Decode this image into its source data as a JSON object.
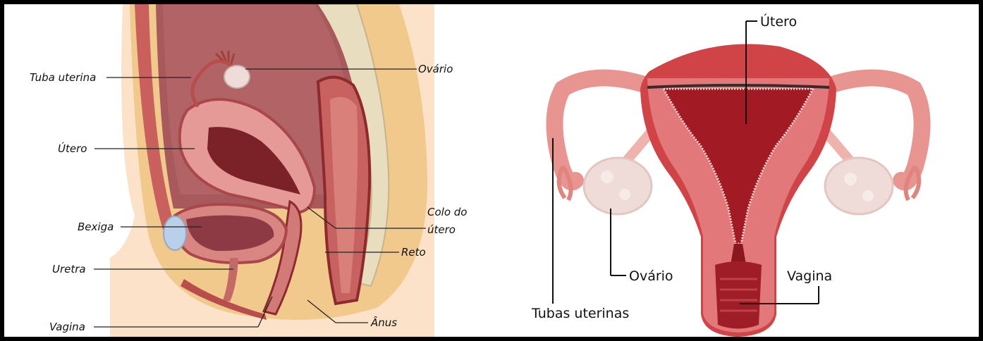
{
  "left_panel": {
    "labels": {
      "tuba_uterina": "Tuba uterina",
      "ovario": "Ovário",
      "utero": "Útero",
      "bexiga": "Bexiga",
      "colo_line1": "Colo do",
      "colo_line2": "útero",
      "reto": "Reto",
      "uretra": "Uretra",
      "vagina": "Vagina",
      "anus": "Ânus"
    }
  },
  "right_panel": {
    "labels": {
      "utero": "Útero",
      "ovario": "Ovário",
      "vagina": "Vagina",
      "tubas_uterinas": "Tubas uterinas"
    }
  },
  "colors": {
    "frame": "#000000",
    "tissue_dark": "#8e2a2e",
    "tissue_pink": "#e59a97",
    "fat_yellow": "#f1c98d",
    "skin": "#fbe2c8",
    "ovary": "#efdcd8"
  }
}
